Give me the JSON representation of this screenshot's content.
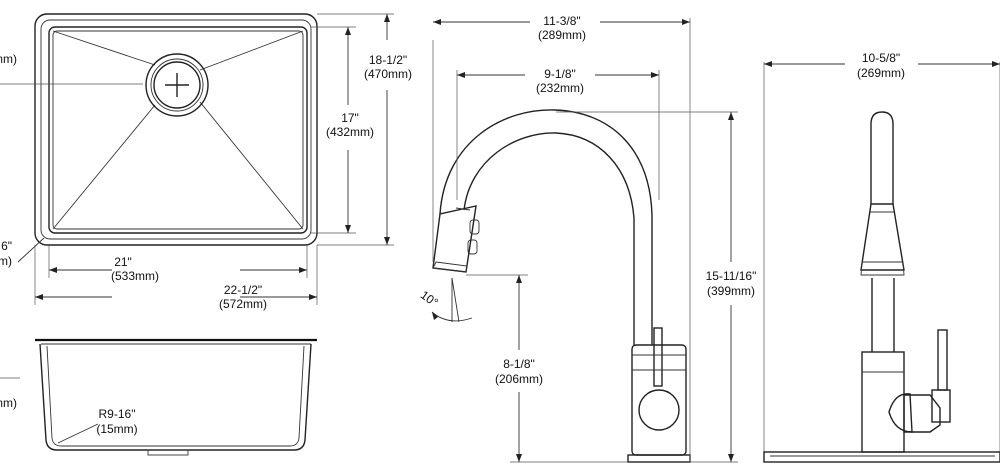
{
  "sink_top": {
    "width_outer": [
      "22-1/2\"",
      "(572mm)"
    ],
    "width_inner": [
      "21\"",
      "(533mm)"
    ],
    "depth_outer": [
      "18-1/2\"",
      "(470mm)"
    ],
    "depth_inner": [
      "17\"",
      "(432mm)"
    ],
    "left_cut_upper": "mm)",
    "left_cut_lower_1": "6\"",
    "left_cut_lower_2": "m)"
  },
  "sink_side": {
    "radius": [
      "R9-16\"",
      "(15mm)"
    ],
    "left_cut": "mm)"
  },
  "faucet_side": {
    "reach_outer": [
      "11-3/8\"",
      "(289mm)"
    ],
    "reach_inner": [
      "9-1/8\"",
      "(232mm)"
    ],
    "height_total": [
      "15-11/16\"",
      "(399mm)"
    ],
    "height_spout": [
      "8-1/8\"",
      "(206mm)"
    ],
    "angle": "10°"
  },
  "faucet_front": {
    "width": [
      "10-5/8\"",
      "(269mm)"
    ]
  }
}
